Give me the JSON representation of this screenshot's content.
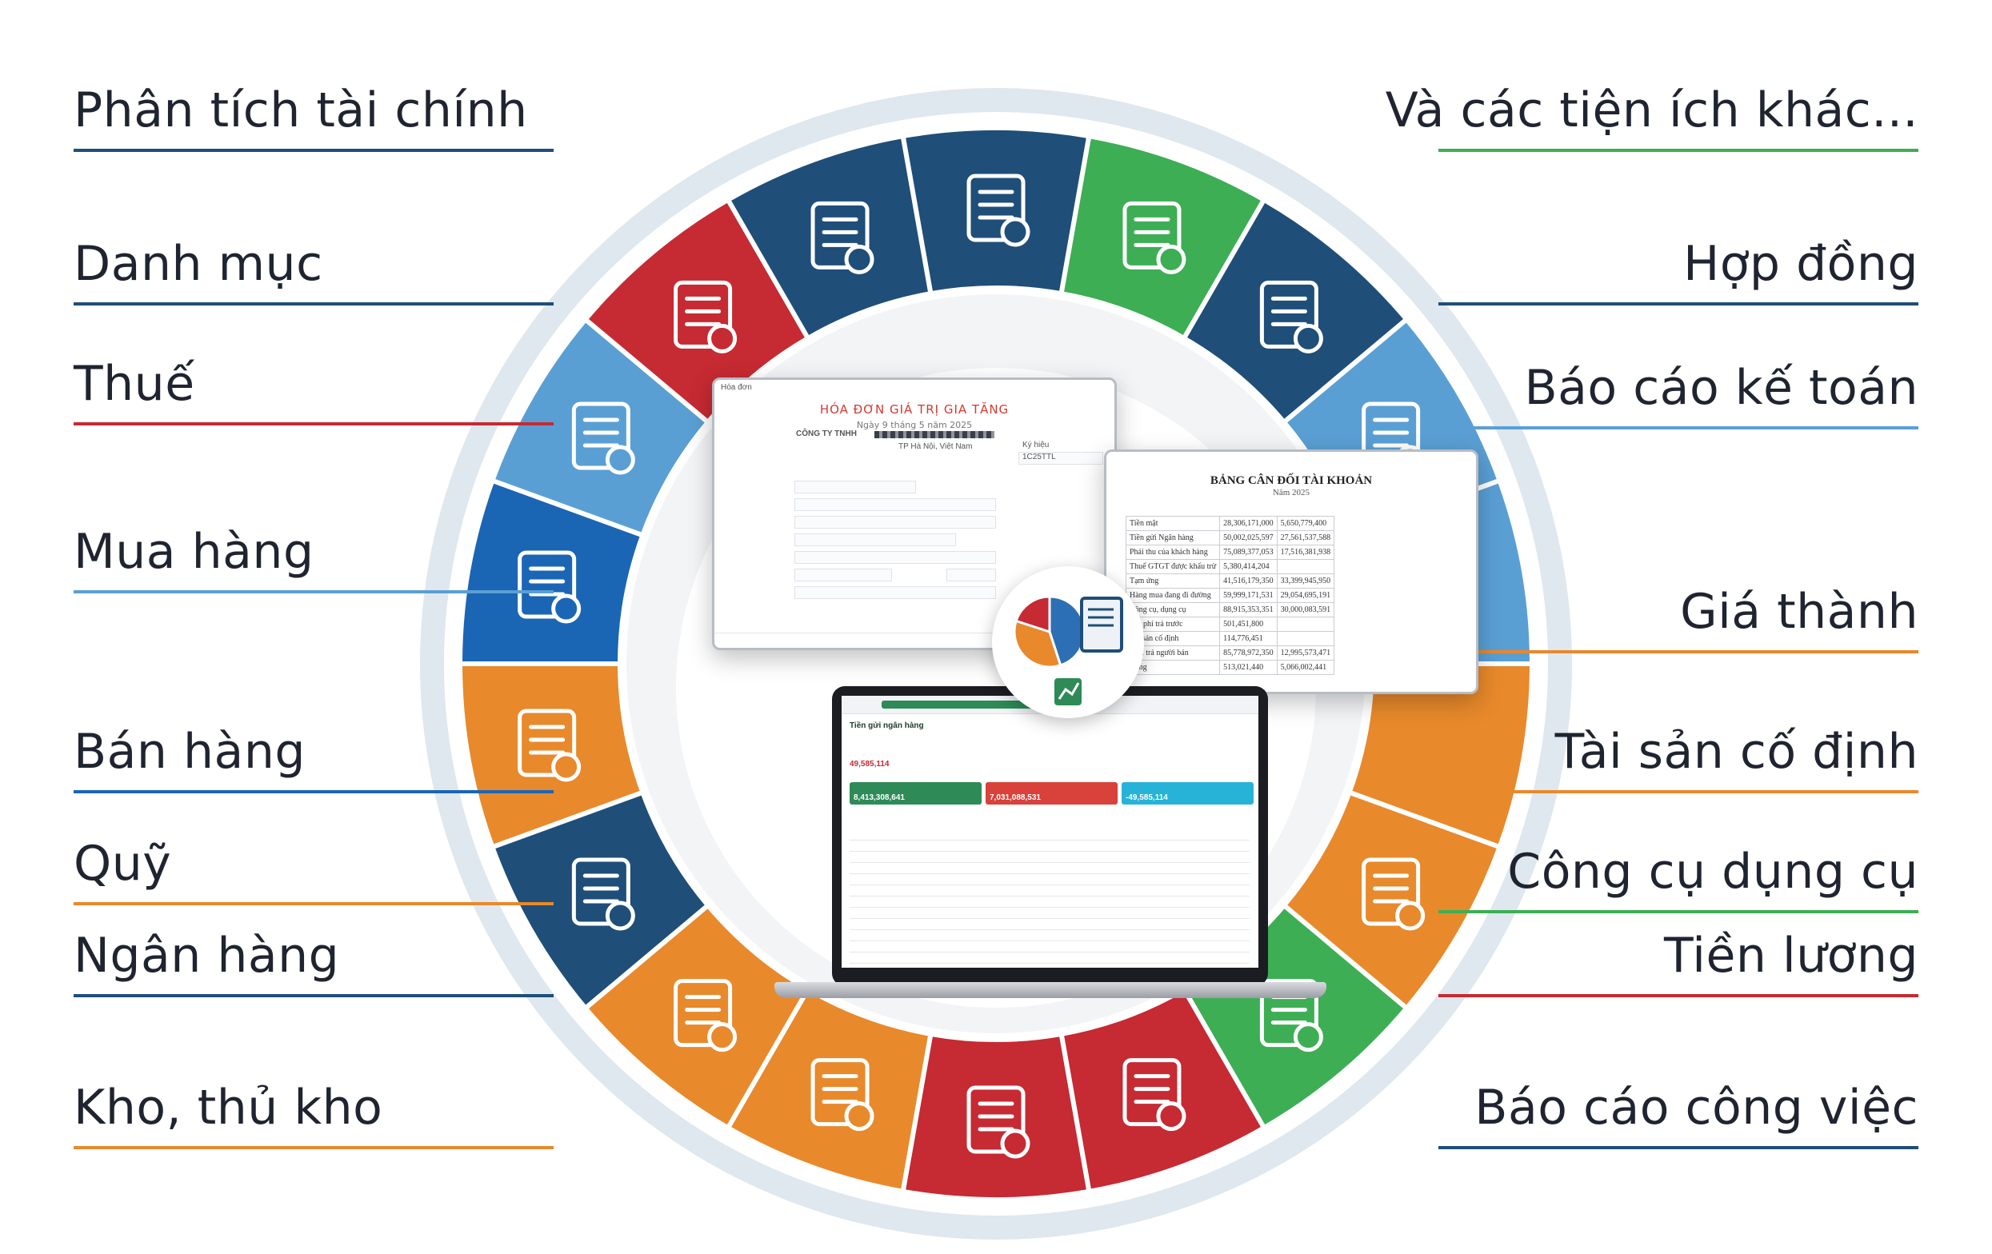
{
  "labels": {
    "left": [
      {
        "id": "phan-tich-tai-chinh",
        "text": "Phân tích tài chính",
        "color": "#1f4e79"
      },
      {
        "id": "danh-muc",
        "text": "Danh mục",
        "color": "#1f4e79"
      },
      {
        "id": "thue",
        "text": "Thuế",
        "color": "#c62a32"
      },
      {
        "id": "mua-hang",
        "text": "Mua hàng",
        "color": "#5a9fd4"
      },
      {
        "id": "ban-hang",
        "text": "Bán hàng",
        "color": "#1b65b5"
      },
      {
        "id": "quy",
        "text": "Quỹ",
        "color": "#e8892b"
      },
      {
        "id": "ngan-hang",
        "text": "Ngân hàng",
        "color": "#1f4e79"
      },
      {
        "id": "kho-thu-kho",
        "text": "Kho, thủ kho",
        "color": "#e8892b"
      }
    ],
    "right": [
      {
        "id": "tien-ich-khac",
        "text": "Và các tiện ích khác...",
        "color": "#3dae54"
      },
      {
        "id": "hop-dong",
        "text": "Hợp đồng",
        "color": "#1f4e79"
      },
      {
        "id": "bao-cao-ke-toan",
        "text": "Báo cáo kế toán",
        "color": "#5a9fd4"
      },
      {
        "id": "gia-thanh",
        "text": "Giá thành",
        "color": "#e8892b"
      },
      {
        "id": "tai-san-co-dinh",
        "text": "Tài sản cố định",
        "color": "#e8892b"
      },
      {
        "id": "cong-cu-dung-cu",
        "text": "Công cụ dụng cụ",
        "color": "#3dae54"
      },
      {
        "id": "tien-luong",
        "text": "Tiền lương",
        "color": "#c62a32"
      },
      {
        "id": "bao-cao-cong-viec",
        "text": "Báo cáo công việc",
        "color": "#1f4e79"
      }
    ]
  },
  "segments": [
    {
      "color": "#1f4e79",
      "icon": "checklist-icon"
    },
    {
      "color": "#3dae54",
      "icon": "gears-puzzle-icon"
    },
    {
      "color": "#1f4e79",
      "icon": "contract-pen-icon"
    },
    {
      "color": "#5a9fd4",
      "icon": "price-tag-gear-icon"
    },
    {
      "color": "#5a9fd4",
      "icon": "blank-icon"
    },
    {
      "color": "#e8892b",
      "icon": "blank-icon"
    },
    {
      "color": "#e8892b",
      "icon": "key-icon"
    },
    {
      "color": "#3dae54",
      "icon": "cash-mailbox-icon"
    },
    {
      "color": "#c62a32",
      "icon": "building-safe-icon"
    },
    {
      "color": "#c62a32",
      "icon": "document-check-icon"
    },
    {
      "color": "#e8892b",
      "icon": "warehouse-icon"
    },
    {
      "color": "#e8892b",
      "icon": "warehouse-icon"
    },
    {
      "color": "#1f4e79",
      "icon": "bank-safe-icon"
    },
    {
      "color": "#e8892b",
      "icon": "piggy-bank-icon"
    },
    {
      "color": "#1b65b5",
      "icon": "shopping-bag-icon"
    },
    {
      "color": "#5a9fd4",
      "icon": "shopping-cart-icon"
    },
    {
      "color": "#c62a32",
      "icon": "tax-document-icon"
    },
    {
      "color": "#1f4e79",
      "icon": "etax-document-icon"
    }
  ],
  "invoice": {
    "title": "HÓA ĐƠN GIÁ TRỊ GIA TĂNG",
    "date": "Ngày 9 tháng 5 năm 2025",
    "symbol_label": "Ký hiệu",
    "symbol_value": "1C25TTL",
    "company": "CÔNG TY TNHH",
    "address": "TP Hà Nội, Việt Nam"
  },
  "balance_sheet": {
    "title": "BẢNG CÂN ĐỐI TÀI KHOẢN",
    "subtitle": "Năm 2025",
    "rows": [
      [
        "Tiền mặt",
        "28,306,171,000",
        "5,650,779,400"
      ],
      [
        "Tiền gửi Ngân hàng",
        "50,002,025,597",
        "27,561,537,588"
      ],
      [
        "Phải thu của khách hàng",
        "75,089,377,053",
        "17,516,381,938"
      ],
      [
        "Thuế GTGT được khấu trừ",
        "5,380,414,204",
        ""
      ],
      [
        "Tạm ứng",
        "41,516,179,350",
        "33,399,945,950"
      ],
      [
        "Hàng mua đang đi đường",
        "59,999,171,531",
        "29,054,695,191"
      ],
      [
        "Công cụ, dụng cụ",
        "88,915,353,351",
        "30,000,083,591"
      ],
      [
        "Chi phí trả trước",
        "501,451,800",
        ""
      ],
      [
        "Tài sản cố định",
        "114,776,451",
        ""
      ],
      [
        "Phải trả người bán",
        "85,778,972,350",
        "12,995,573,471"
      ],
      [
        "Cộng",
        "513,021,440",
        "5,066,002,441"
      ]
    ]
  },
  "bank_screen": {
    "title": "Tiền gửi ngân hàng",
    "balance": "49,585,114",
    "card_1": "8,413,308,641",
    "card_2": "7,031,088,531",
    "card_3": "-49,585,114"
  },
  "chart_data": {
    "type": "pie",
    "values": [
      45,
      35,
      20
    ],
    "colors": [
      "#2d6fb5",
      "#e8892b",
      "#c62a32"
    ]
  }
}
